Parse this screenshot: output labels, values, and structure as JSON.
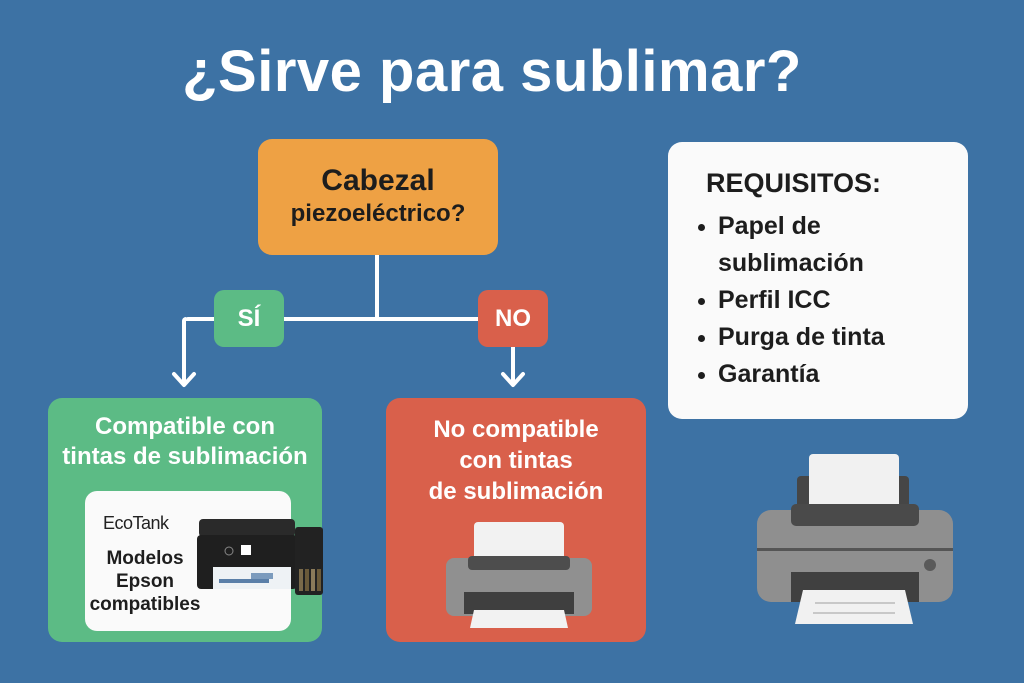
{
  "title": "¿Sirve para sublimar?",
  "question": {
    "line1": "Cabezal",
    "line2": "piezoeléctrico?"
  },
  "branches": {
    "yes_label": "SÍ",
    "no_label": "NO"
  },
  "yes_card": {
    "title_line1": "Compatible con",
    "title_line2": "tintas de sublimación",
    "brand": "EcoTank",
    "models_line1": "Modelos",
    "models_line2": "Epson",
    "models_line3": "compatibles"
  },
  "no_card": {
    "title_line1": "No compatible",
    "title_line2": "con tintas",
    "title_line3": "de sublimación"
  },
  "requirements": {
    "title": "REQUISITOS:",
    "items": [
      {
        "line1": "Papel de",
        "line2": "sublimación"
      },
      {
        "line1": "Perfil ICC"
      },
      {
        "line1": "Purga de tinta"
      },
      {
        "line1": "Garantía"
      }
    ]
  },
  "colors": {
    "background": "#3d72a4",
    "question": "#eea144",
    "yes": "#5cbb85",
    "no": "#d9604b",
    "card": "#fafafa"
  }
}
